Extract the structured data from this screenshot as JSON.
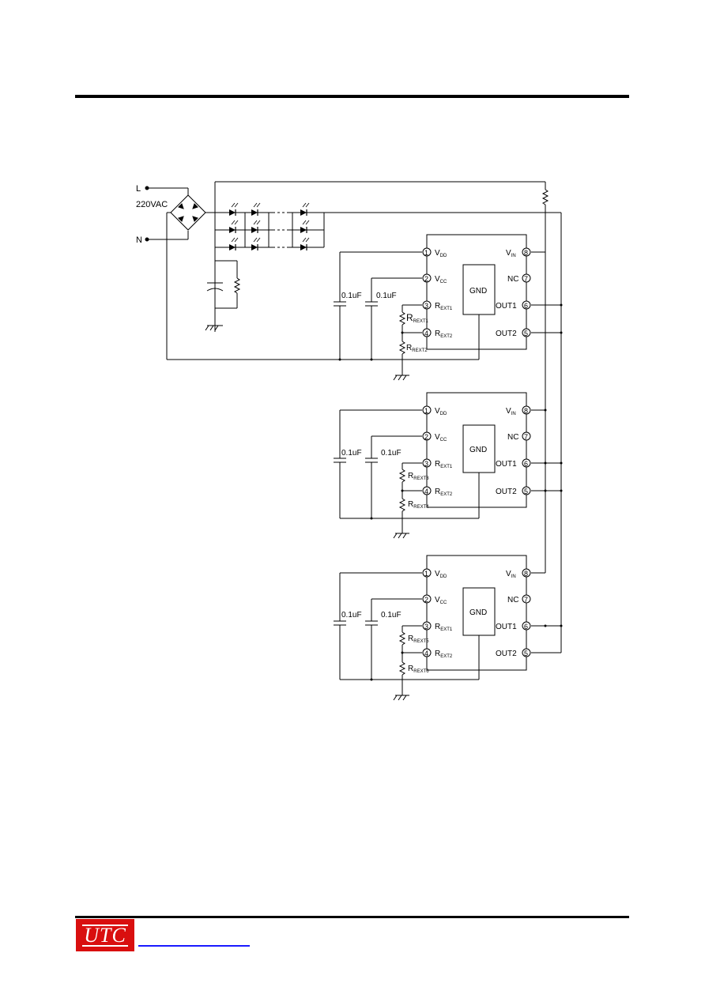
{
  "logo": {
    "text": "UTC",
    "color": "#d90f0f"
  },
  "source": {
    "line_label": "L",
    "neutral_label": "N",
    "voltage_label": "220VAC"
  },
  "ics": [
    {
      "pins_left": [
        {
          "num": "1",
          "main": "V",
          "sub": "DD"
        },
        {
          "num": "2",
          "main": "V",
          "sub": "CC"
        },
        {
          "num": "3",
          "main": "R",
          "sub": "EXT1"
        },
        {
          "num": "4",
          "main": "R",
          "sub": "EXT2"
        }
      ],
      "pins_right": [
        {
          "num": "8",
          "main": "V",
          "sub": "IN"
        },
        {
          "num": "7",
          "main": "NC",
          "sub": ""
        },
        {
          "num": "6",
          "main": "OUT1",
          "sub": ""
        },
        {
          "num": "5",
          "main": "OUT2",
          "sub": ""
        }
      ],
      "gnd_label": "GND",
      "cap1_label": "0.1uF",
      "cap2_label": "0.1uF",
      "res1_main": "R",
      "res1_sub": "REXT1",
      "res2_main": "R",
      "res2_sub": "REXT2"
    },
    {
      "pins_left": [
        {
          "num": "1",
          "main": "V",
          "sub": "DD"
        },
        {
          "num": "2",
          "main": "V",
          "sub": "CC"
        },
        {
          "num": "3",
          "main": "R",
          "sub": "EXT1"
        },
        {
          "num": "4",
          "main": "R",
          "sub": "EXT2"
        }
      ],
      "pins_right": [
        {
          "num": "8",
          "main": "V",
          "sub": "IN"
        },
        {
          "num": "7",
          "main": "NC",
          "sub": ""
        },
        {
          "num": "6",
          "main": "OUT1",
          "sub": ""
        },
        {
          "num": "5",
          "main": "OUT2",
          "sub": ""
        }
      ],
      "gnd_label": "GND",
      "cap1_label": "0.1uF",
      "cap2_label": "0.1uF",
      "res1_main": "R",
      "res1_sub": "REXT3",
      "res2_main": "R",
      "res2_sub": "REXT4"
    },
    {
      "pins_left": [
        {
          "num": "1",
          "main": "V",
          "sub": "DD"
        },
        {
          "num": "2",
          "main": "V",
          "sub": "CC"
        },
        {
          "num": "3",
          "main": "R",
          "sub": "EXT1"
        },
        {
          "num": "4",
          "main": "R",
          "sub": "EXT2"
        }
      ],
      "pins_right": [
        {
          "num": "8",
          "main": "V",
          "sub": "IN"
        },
        {
          "num": "7",
          "main": "NC",
          "sub": ""
        },
        {
          "num": "6",
          "main": "OUT1",
          "sub": ""
        },
        {
          "num": "5",
          "main": "OUT2",
          "sub": ""
        }
      ],
      "gnd_label": "GND",
      "cap1_label": "0.1uF",
      "cap2_label": "0.1uF",
      "res1_main": "R",
      "res1_sub": "REXT5",
      "res2_main": "R",
      "res2_sub": "REXT6"
    }
  ]
}
